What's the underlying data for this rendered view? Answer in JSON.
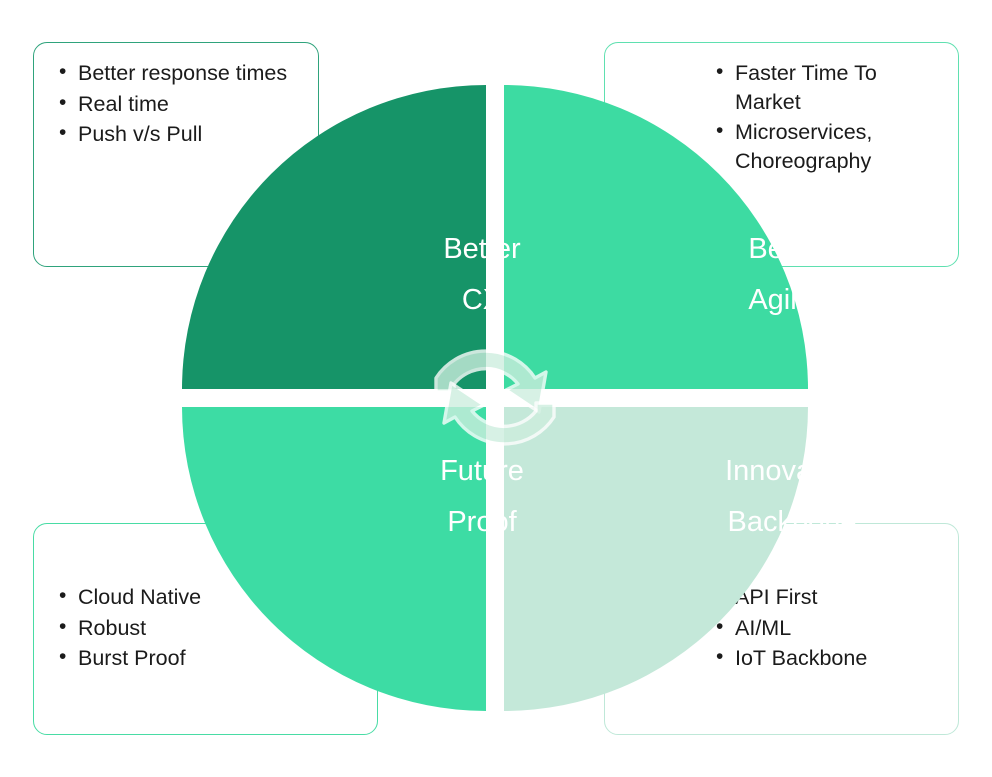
{
  "diagram": {
    "type": "quadrant-wheel",
    "center": {
      "arrows": [
        {
          "name": "clockwise-top-arrow",
          "direction": "clockwise",
          "position": "top"
        },
        {
          "name": "clockwise-bottom-arrow",
          "direction": "clockwise",
          "position": "bottom"
        }
      ]
    },
    "quadrants": [
      {
        "id": "better-cx",
        "line1": "Better",
        "line2": "CX",
        "color": "#169468",
        "position": "top-left"
      },
      {
        "id": "better-agility",
        "line1": "Better",
        "line2": "Agility",
        "color": "#3DDBA2",
        "position": "top-right"
      },
      {
        "id": "future-proof",
        "line1": "Future",
        "line2": "Proof",
        "color": "#3DDCA4",
        "position": "bottom-left"
      },
      {
        "id": "innovation-backbone",
        "line1": "Innovation",
        "line2": "Backbone",
        "color": "#C4E8D9",
        "position": "bottom-right"
      }
    ],
    "callouts": [
      {
        "id": "better-cx-details",
        "position": "top-left",
        "border_color": "#2FA37C",
        "items": [
          "Better response times",
          "Real time",
          "Push v/s Pull"
        ]
      },
      {
        "id": "better-agility-details",
        "position": "top-right",
        "border_color": "#5FE0B0",
        "items": [
          "Faster Time To Market",
          "Microservices, Choreography"
        ]
      },
      {
        "id": "future-proof-details",
        "position": "bottom-left",
        "border_color": "#49DCA5",
        "items": [
          "Cloud Native",
          "Robust",
          "Burst Proof"
        ]
      },
      {
        "id": "innovation-backbone-details",
        "position": "bottom-right",
        "border_color": "#BFE8D8",
        "items": [
          "API First",
          "AI/ML",
          "IoT Backbone"
        ]
      }
    ]
  }
}
